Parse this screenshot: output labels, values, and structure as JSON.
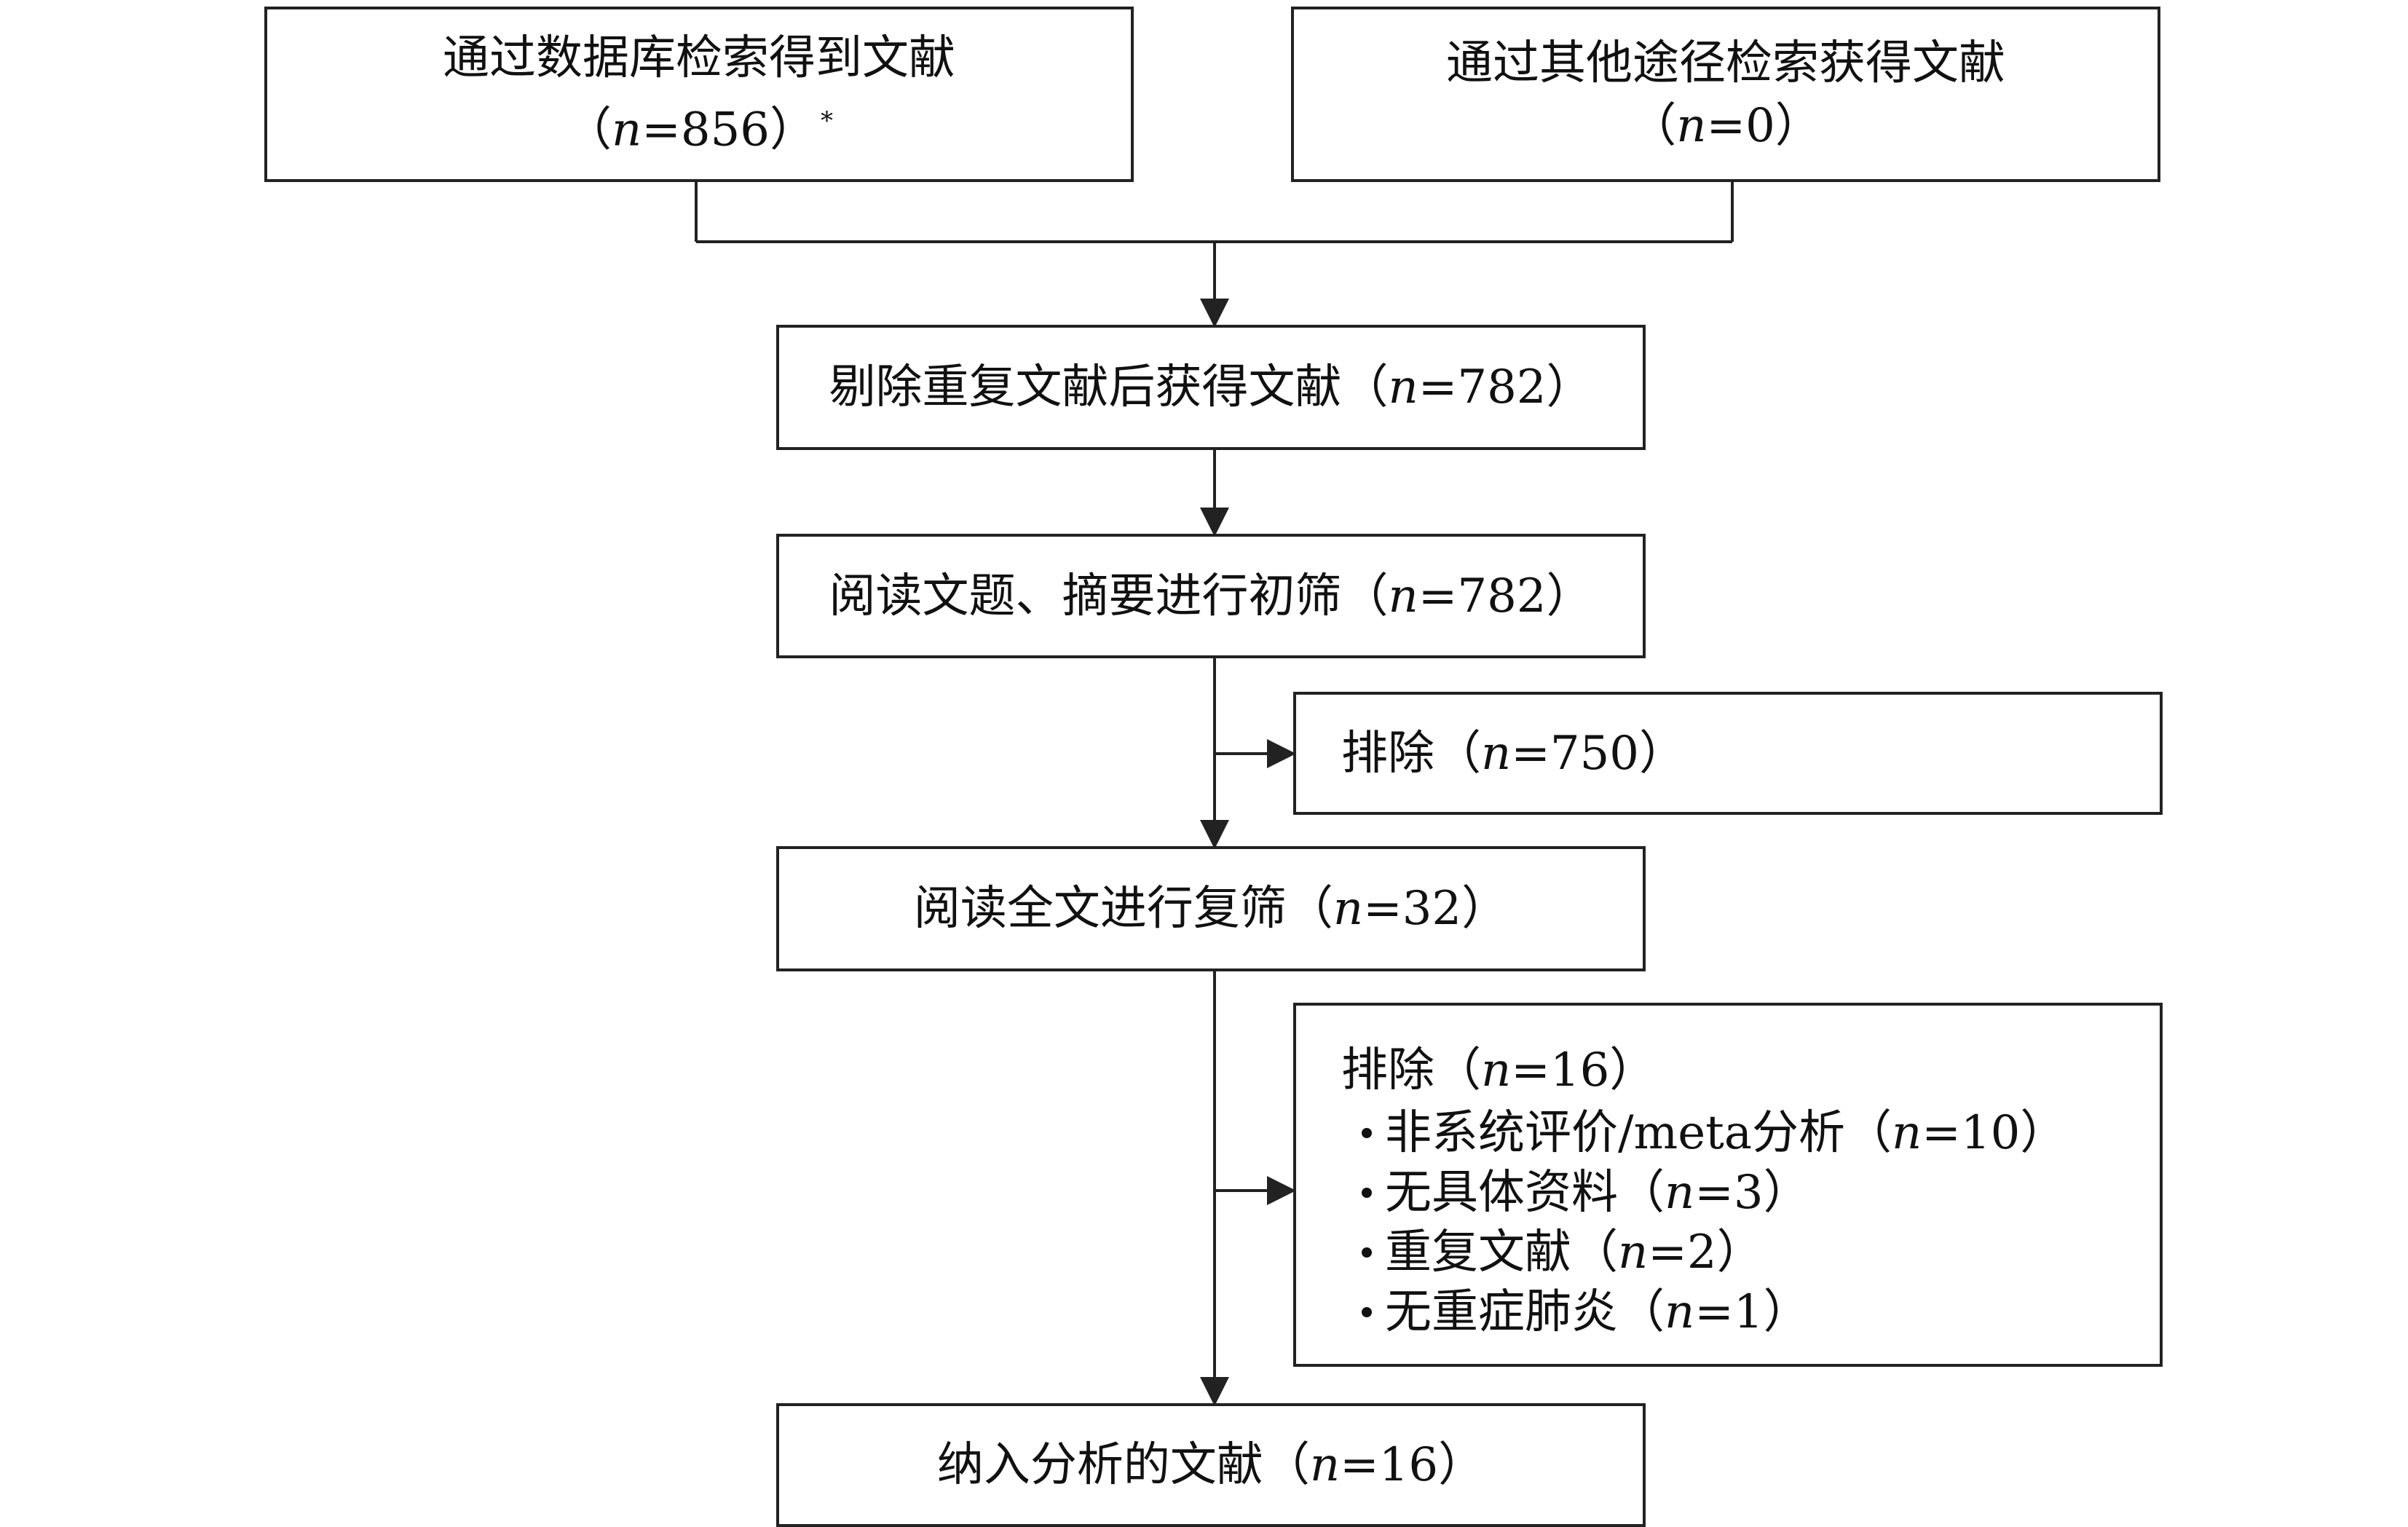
{
  "database_box": {
    "line1": "通过数据库检索得到文献",
    "line2_open": "（",
    "n_symbol": "n",
    "line2_value": "=856）",
    "superscript": "*"
  },
  "other_box": {
    "line1": "通过其他途径检索获得文献",
    "line2_open": "（",
    "n_symbol": "n",
    "line2_value": "=0）"
  },
  "dedup_box": {
    "prefix": "剔除重复文献后获得文献（",
    "n_symbol": "n",
    "value": "=782）"
  },
  "screen_box": {
    "prefix": "阅读文题、摘要进行初筛（",
    "n_symbol": "n",
    "value": "=782）"
  },
  "exclude1_box": {
    "prefix": "排除（",
    "n_symbol": "n",
    "value": "=750）"
  },
  "fulltext_box": {
    "prefix": "阅读全文进行复筛（",
    "n_symbol": "n",
    "value": "=32）"
  },
  "exclude2_box": {
    "heading_prefix": "排除（",
    "heading_n": "n",
    "heading_value": "=16）",
    "items": [
      {
        "prefix": "非系统评价/meta分析（",
        "n_symbol": "n",
        "value": "=10）"
      },
      {
        "prefix": "无具体资料（",
        "n_symbol": "n",
        "value": "=3）"
      },
      {
        "prefix": "重复文献（",
        "n_symbol": "n",
        "value": "=2）"
      },
      {
        "prefix": "无重症肺炎（",
        "n_symbol": "n",
        "value": "=1）"
      }
    ]
  },
  "included_box": {
    "prefix": "纳入分析的文献（",
    "n_symbol": "n",
    "value": "=16）"
  },
  "colors": {
    "line": "#222222",
    "text": "#111111",
    "background": "#ffffff"
  }
}
